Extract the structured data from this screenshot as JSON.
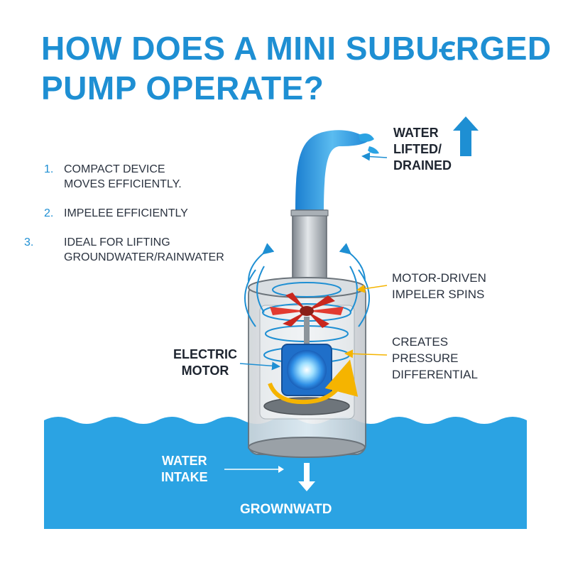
{
  "title": {
    "line1": "HOW DOES A MINI SUBUꞓRGED",
    "line2": "PUMP OPERATE?"
  },
  "steps": [
    {
      "num": "1.",
      "line1": "COMPACT DEVICE",
      "line2": "MOVES EFFICIENTLY."
    },
    {
      "num": "2.",
      "line1": "IMPELEE EFFICIENTLY",
      "line2": ""
    },
    {
      "num": "3.",
      "line1": "IDEAL FOR LIFTING",
      "line2": "GROUNDWATER/RAINWATER"
    }
  ],
  "labels": {
    "water_lifted": [
      "WATER",
      "LIFTED/",
      "DRAINED"
    ],
    "impeller": [
      "MOTOR-DRIVEN",
      "IMPELER SPINS"
    ],
    "pressure": [
      "CREATES",
      "PRESSURE",
      "DIFFERENTIAL"
    ],
    "motor": [
      "ELECTRIC",
      "MOTOR"
    ],
    "intake": [
      "WATER",
      "INTAKE"
    ],
    "groundwater": "GROWNWATD"
  },
  "colors": {
    "accent_blue": "#1e8fd3",
    "water_blue": "#2ba3e3",
    "arrow_yellow": "#f5b400",
    "impeller_red": "#e23b30",
    "motor_blue": "#1f6fc9"
  }
}
